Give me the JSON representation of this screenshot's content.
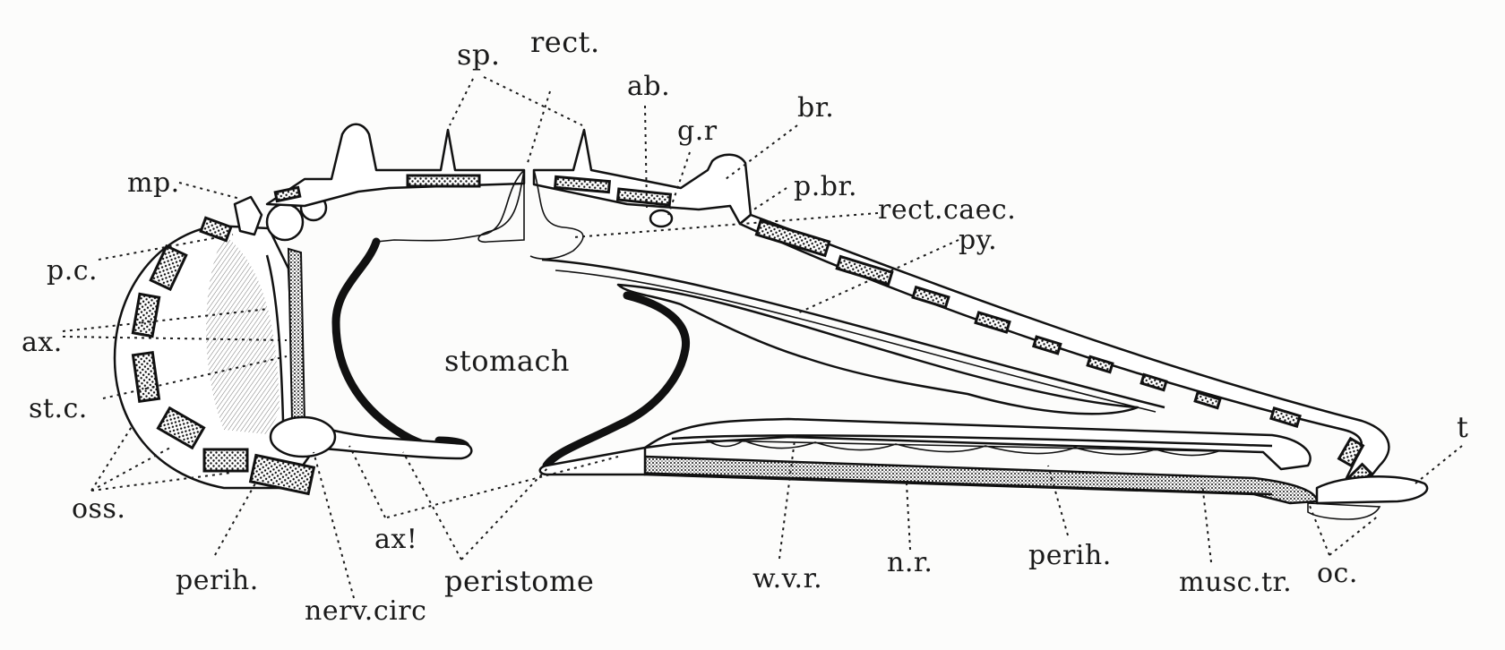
{
  "labels": {
    "sp": "sp.",
    "rect": "rect.",
    "ab": "ab.",
    "gr": "g.r",
    "br": "br.",
    "mp": "mp.",
    "pbr": "p.br.",
    "rect_caec": "rect.caec.",
    "py": "py.",
    "pc": "p.c.",
    "ax": "ax.",
    "stomach": "stomach",
    "stc": "st.c.",
    "oss": "oss.",
    "perih_left": "perih.",
    "ax_prime": "ax!",
    "peristome": "peristome",
    "nerv_circ": "nerv.circ",
    "wvr": "w.v.r.",
    "nr": "n.r.",
    "perih_right": "perih.",
    "musc_tr": "musc.tr.",
    "oc": "oc.",
    "t": "t"
  }
}
